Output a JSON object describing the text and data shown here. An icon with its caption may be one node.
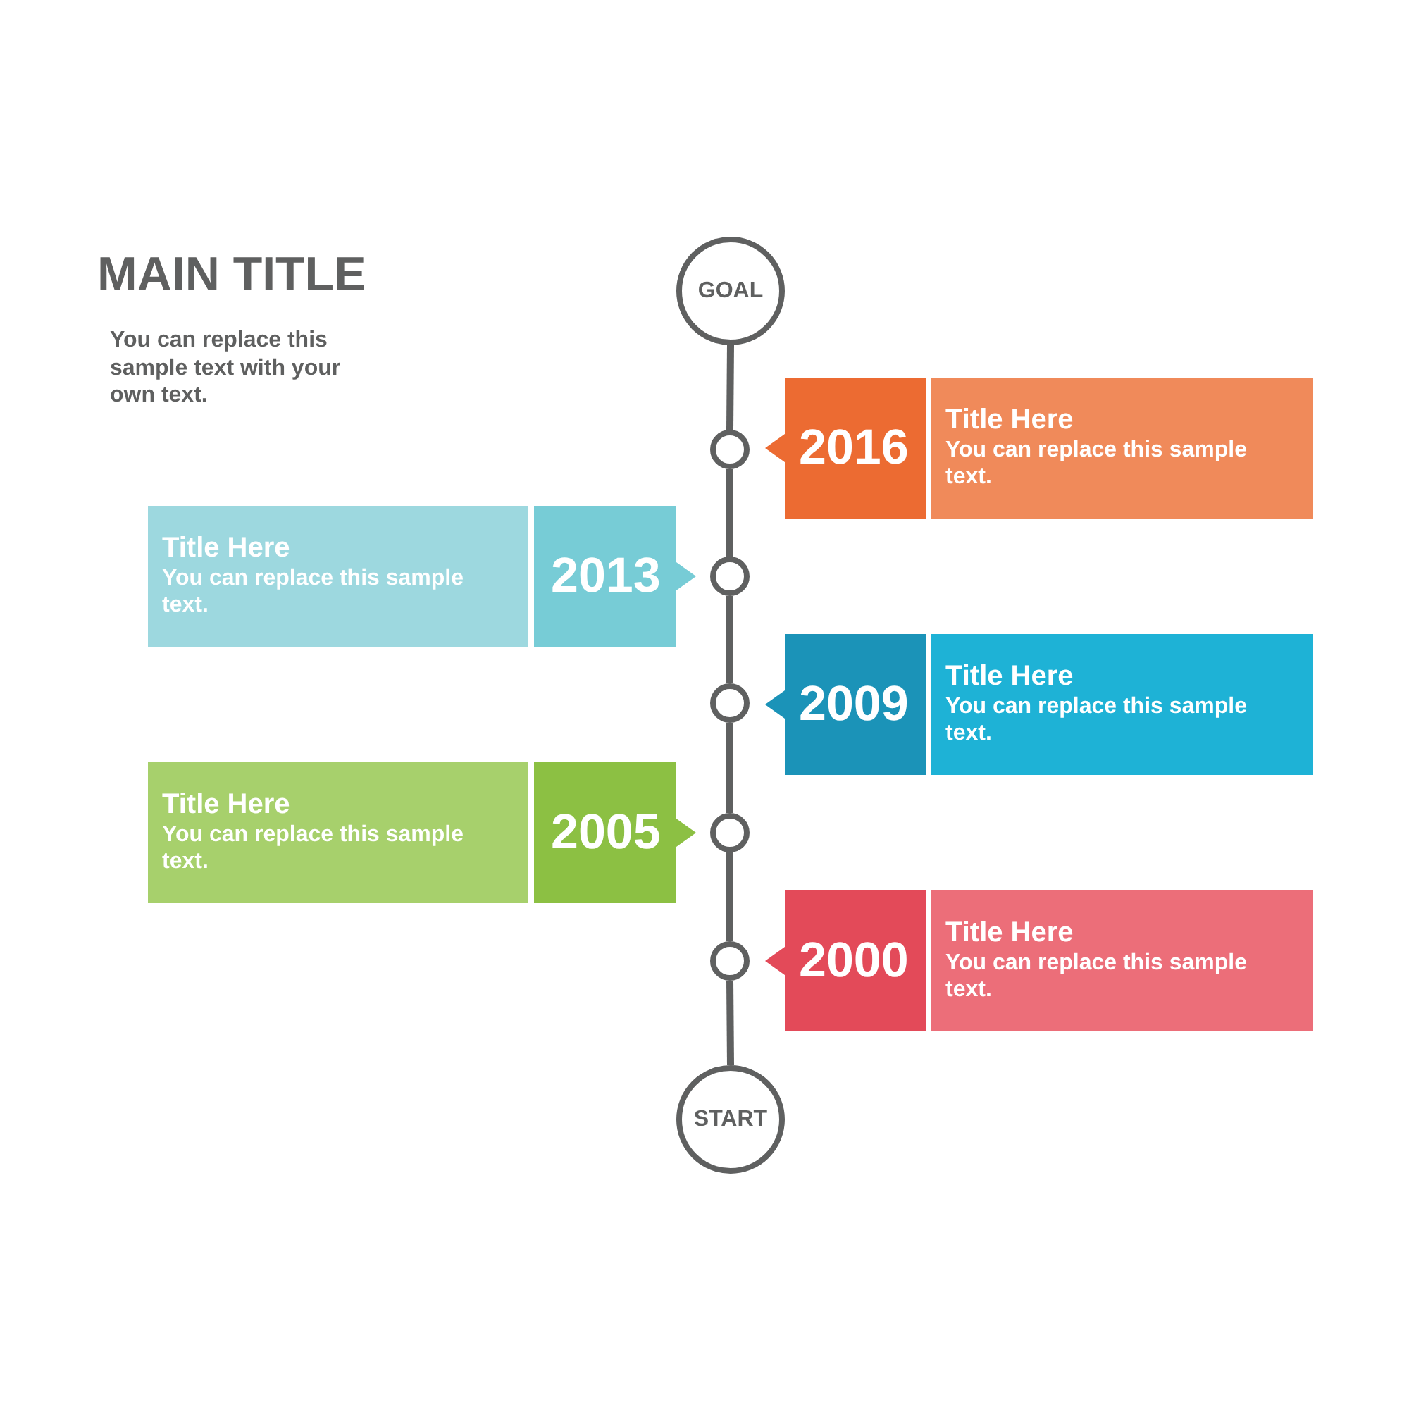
{
  "diagram": {
    "title": "MAIN TITLE",
    "nodes": [
      {
        "text": [
          "GOAL"
        ]
      },
      {
        "text": [],
        "shape": "circle"
      },
      {
        "text": [
          "2016"
        ]
      },
      {
        "text": [
          "Title Here",
          "You can replace this sample text."
        ]
      },
      {
        "text": [
          "Title Here",
          "You can replace this sample text."
        ]
      },
      {
        "text": [
          "2013"
        ]
      },
      {
        "text": [],
        "shape": "circle"
      },
      {
        "text": [],
        "shape": "circle"
      },
      {
        "text": [
          "2009"
        ]
      },
      {
        "text": [
          "Title Here",
          "You can replace this sample text."
        ]
      },
      {
        "text": [
          "Title Here",
          "You can replace this sample text."
        ]
      },
      {
        "text": [
          "2005"
        ]
      },
      {
        "text": [],
        "shape": "circle"
      },
      {
        "text": [],
        "shape": "circle"
      },
      {
        "text": [
          "2000"
        ]
      },
      {
        "text": [
          "Title Here",
          "You can replace this sample text."
        ]
      },
      {
        "text": [
          "START"
        ]
      }
    ],
    "edges": [
      {
        "from": 0,
        "to": 1,
        "arrow": "none"
      },
      {
        "from": 1,
        "to": 6,
        "arrow": "none"
      },
      {
        "from": 6,
        "to": 7,
        "arrow": "none"
      },
      {
        "from": 7,
        "to": 12,
        "arrow": "none"
      },
      {
        "from": 12,
        "to": 13,
        "arrow": "none"
      },
      {
        "from": 13,
        "to": 16,
        "arrow": "none"
      }
    ],
    "labels": [
      "You can replace this sample text with your own text."
    ]
  }
}
